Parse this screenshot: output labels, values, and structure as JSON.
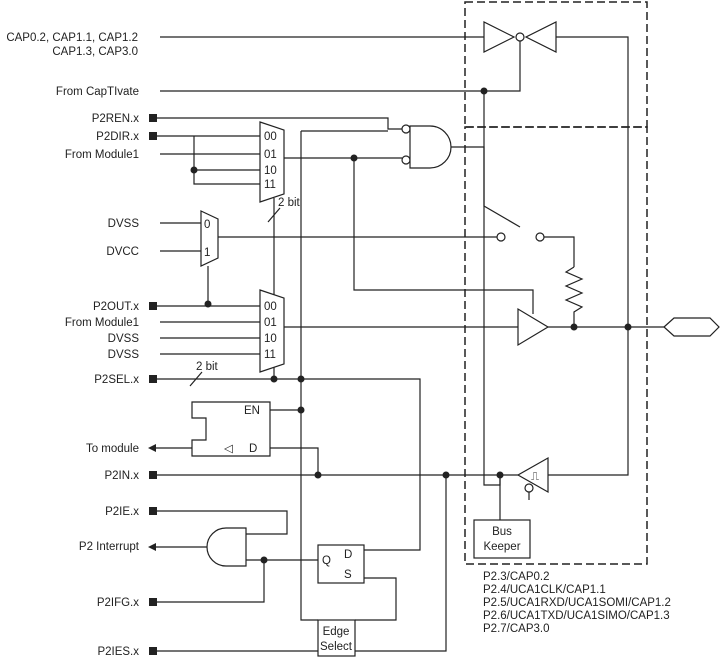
{
  "labels": {
    "cap_line1": "CAP0.2, CAP1.1, CAP1.2",
    "cap_line2": "CAP1.3, CAP3.0",
    "from_captivate": "From CapTIvate",
    "p2ren": "P2REN.x",
    "p2dir": "P2DIR.x",
    "from_module1_a": "From Module1",
    "dvss_a": "DVSS",
    "dvcc": "DVCC",
    "p2out": "P2OUT.x",
    "from_module1_b": "From Module1",
    "dvss_b": "DVSS",
    "dvss_c": "DVSS",
    "p2sel": "P2SEL.x",
    "to_module": "To module",
    "p2in": "P2IN.x",
    "p2ie": "P2IE.x",
    "p2_interrupt": "P2 Interrupt",
    "p2ifg": "P2IFG.x",
    "p2ies": "P2IES.x"
  },
  "mux_top": {
    "in0": "00",
    "in1": "01",
    "in2": "10",
    "in3": "11",
    "bus": "2 bit"
  },
  "mux_dvss": {
    "in0": "0",
    "in1": "1"
  },
  "mux_out": {
    "in0": "00",
    "in1": "01",
    "in2": "10",
    "in3": "11",
    "bus": "2 bit"
  },
  "latch": {
    "en": "EN",
    "d": "D"
  },
  "flipflop": {
    "q": "Q",
    "d": "D",
    "s": "S"
  },
  "edge_select": {
    "line1": "Edge",
    "line2": "Select"
  },
  "bus_keeper": {
    "line1": "Bus",
    "line2": "Keeper"
  },
  "pin_functions": [
    "P2.3/CAP0.2",
    "P2.4/UCA1CLK/CAP1.1",
    "P2.5/UCA1RXD/UCA1SOMI/CAP1.2",
    "P2.6/UCA1TXD/UCA1SIMO/CAP1.3",
    "P2.7/CAP3.0"
  ],
  "colors": {
    "line": "#222222",
    "background": "#ffffff"
  }
}
